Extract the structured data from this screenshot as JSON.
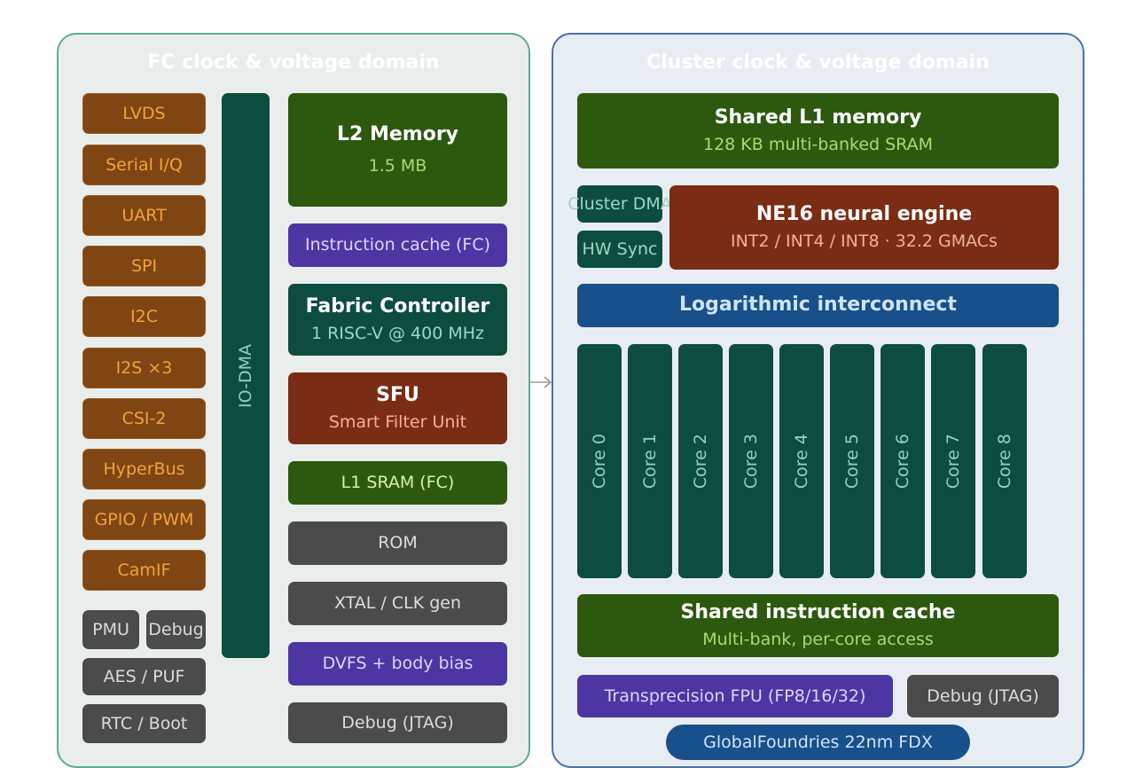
{
  "fc_domain": {
    "title": "FC clock & voltage domain",
    "peripherals": [
      "LVDS",
      "Serial I/Q",
      "UART",
      "SPI",
      "I2C",
      "I2S ×3",
      "CSI-2",
      "HyperBus",
      "GPIO / PWM",
      "CamIF"
    ],
    "misc": {
      "pmu": "PMU",
      "debug": "Debug",
      "aes_puf": "AES / PUF",
      "rtc_boot": "RTC / Boot"
    },
    "io_dma": "IO-DMA",
    "l2": {
      "title": "L2 Memory",
      "sub": "1.5 MB"
    },
    "icache": "Instruction cache (FC)",
    "fabric": {
      "title": "Fabric Controller",
      "sub": "1 RISC-V @ 400 MHz"
    },
    "sfu": {
      "title": "SFU",
      "sub": "Smart Filter Unit"
    },
    "l1sram": "L1 SRAM (FC)",
    "rom": "ROM",
    "xtal": "XTAL / CLK gen",
    "dvfs": "DVFS + body bias",
    "jtag": "Debug (JTAG)"
  },
  "cluster_domain": {
    "title": "Cluster clock & voltage domain",
    "shared_l1": {
      "title": "Shared L1 memory",
      "sub": "128 KB multi-banked SRAM"
    },
    "cluster_dma": "Cluster DMA",
    "hw_sync": "HW Sync",
    "ne16": {
      "title": "NE16 neural engine",
      "sub": "INT2 / INT4 / INT8 · 32.2 GMACs"
    },
    "interconnect": "Logarithmic interconnect",
    "cores": [
      "Core 0",
      "Core 1",
      "Core 2",
      "Core 3",
      "Core 4",
      "Core 5",
      "Core 6",
      "Core 7",
      "Core 8"
    ],
    "shared_icache": {
      "title": "Shared instruction cache",
      "sub": "Multi-bank, per-core access"
    },
    "fpu": "Transprecision FPU (FP8/16/32)",
    "jtag": "Debug (JTAG)",
    "foundry": "GlobalFoundries 22nm FDX"
  },
  "colors": {
    "fc_border": "#5cae86",
    "cluster_border": "#4a73a8",
    "peripheral": "#7f4613",
    "memory": "#2c590e",
    "compute": "#0d4d40",
    "accelerator": "#7a2d14",
    "interconnect": "#17508a",
    "config": "#4d36a3",
    "utility": "#4b4b4b"
  }
}
